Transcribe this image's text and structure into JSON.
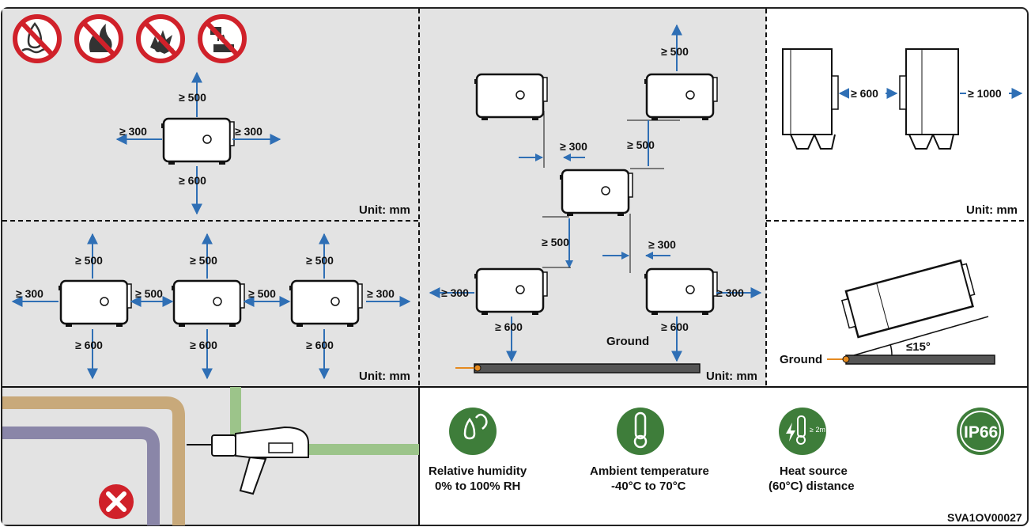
{
  "labels": {
    "ge500": "≥ 500",
    "ge300": "≥ 300",
    "ge600": "≥ 600",
    "ge1000": "≥ 1000",
    "unit": "Unit: mm",
    "ground": "Ground",
    "le15": "≤15°",
    "ge2m": "≥ 2m",
    "ip66": "IP66",
    "figure_code": "SVA1OV00027"
  },
  "conditions": [
    {
      "icon": "humidity-icon",
      "line1": "Relative humidity",
      "line2": "0% to 100% RH"
    },
    {
      "icon": "thermometer-icon",
      "line1": "Ambient temperature",
      "line2": "-40°C to 70°C"
    },
    {
      "icon": "heat-source-icon",
      "line1": "Heat source",
      "line2": "(60°C) distance"
    }
  ],
  "prohibited_icons": [
    "no-water-icon",
    "no-fire-icon",
    "no-explosive-icon",
    "no-corrosive-icon"
  ],
  "colors": {
    "panel_bg": "#e3e3e3",
    "arrow_blue": "#2f6fb5",
    "icon_green": "#3e7d3a",
    "prohibit_red": "#d0212a",
    "ground_bar": "#555555",
    "pipe_tan": "#c8a97a",
    "pipe_purple": "#8a86a8",
    "pipe_green": "#9cc48a"
  }
}
